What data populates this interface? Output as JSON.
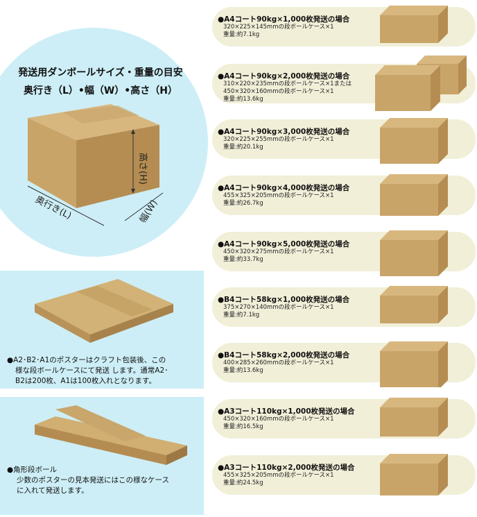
{
  "guide": {
    "title_line1": "発送用ダンボールサイズ・重量の目安",
    "title_line2": "奥行き（L）•幅（W）•高さ（H）",
    "label_depth": "奥行き(L)",
    "label_width": "幅(W)",
    "label_height": "高さ(H)"
  },
  "poster_panel": {
    "text_line1": "●A2･B2･A1のポスターはクラフト包装後、この",
    "text_line2": "様な段ボールケースにて発送 します。通常A2･",
    "text_line3": "B2は200枚、A1は100枚入れとなります。"
  },
  "tube_panel": {
    "text_line1": "●角形段ボール",
    "text_line2": "少数のポスターの見本発送にはこの様なケース",
    "text_line3": "に入れて発送します。"
  },
  "rows": [
    {
      "title": "●A4コート90kg×1,000枚発送の場合",
      "line1": "320×225×145mmの段ボールケース×1",
      "line2": "重量:約7.1kg",
      "line3": ""
    },
    {
      "title": "●A4コート90kg×2,000枚発送の場合",
      "line1": "310×220×235mmの段ボールケース×1または",
      "line2": "450×320×160mmの段ボールケース×1",
      "line3": "重量:約13.6kg"
    },
    {
      "title": "●A4コート90kg×3,000枚発送の場合",
      "line1": "320×225×255mmの段ボールケース×1",
      "line2": "重量:約20.1kg",
      "line3": ""
    },
    {
      "title": "●A4コート90kg×4,000枚発送の場合",
      "line1": "455×325×205mmの段ボールケース×1",
      "line2": "重量:約26.7kg",
      "line3": ""
    },
    {
      "title": "●A4コート90kg×5,000枚発送の場合",
      "line1": "450×320×275mmの段ボールケース×1",
      "line2": "重量:約33.7kg",
      "line3": ""
    },
    {
      "title": "●B4コート58kg×1,000枚発送の場合",
      "line1": "375×270×140mmの段ボールケース×1",
      "line2": "重量:約7.1kg",
      "line3": ""
    },
    {
      "title": "●B4コート58kg×2,000枚発送の場合",
      "line1": "400×285×260mmの段ボールケース×1",
      "line2": "重量:約13.6kg",
      "line3": ""
    },
    {
      "title": "●A3コート110kg×1,000枚発送の場合",
      "line1": "450×320×160mmの段ボールケース×1",
      "line2": "重量:約16.5kg",
      "line3": ""
    },
    {
      "title": "●A3コート110kg×2,000枚発送の場合",
      "line1": "455×325×205mmの段ボールケース×1",
      "line2": "重量:約24.5kg",
      "line3": ""
    }
  ],
  "colors": {
    "panel_blue": "#cdeef6",
    "row_pill": "#f1efd8",
    "cardboard_front": "#c9a469",
    "cardboard_side": "#b58d52",
    "cardboard_top": "#d8b77f"
  }
}
